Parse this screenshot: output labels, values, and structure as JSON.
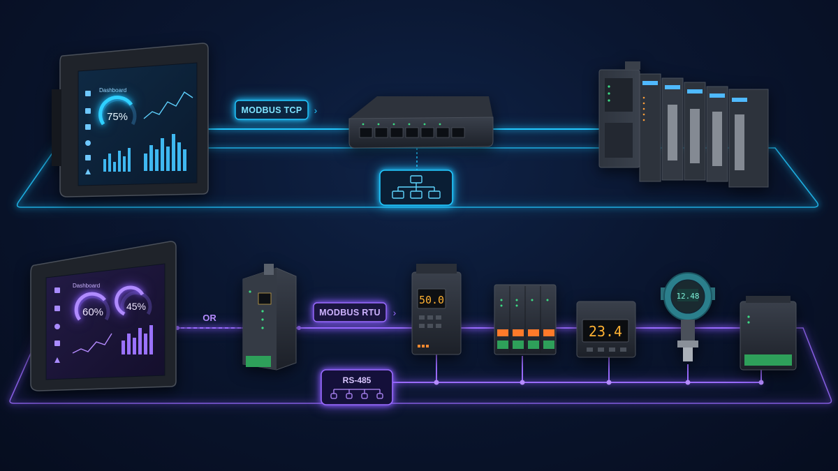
{
  "colors": {
    "tcp_accent": "#22c8ff",
    "rtu_accent": "#9a6bff",
    "background": "#0a1630",
    "device_body": "#2a2f38",
    "led_green": "#3ddc84",
    "display_orange": "#ffb233",
    "display_lcd": "#7ff0d8"
  },
  "tcp_network": {
    "label": "MODBUS TCP",
    "hmi": {
      "gauge_value": "75%",
      "header": "Dashboard"
    },
    "switch_icon": "network-topology-icon"
  },
  "rtu_network": {
    "or_label": "OR",
    "label": "MODBUS RTU",
    "bus_label": "RS-485",
    "hmi": {
      "gauge1_value": "60%",
      "gauge2_value": "45%",
      "header": "Dashboard"
    },
    "vfd_display": "50.0",
    "meter_display": "23.4",
    "transmitter_display": "12.48"
  }
}
